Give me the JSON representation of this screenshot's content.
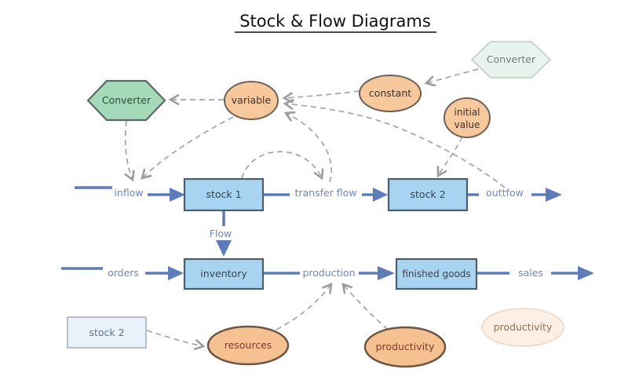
{
  "title": "Stock & Flow Diagrams",
  "nodes": {
    "converter_left": {
      "label": "Converter",
      "shape": "hexagon",
      "fill": "#a5d9b9"
    },
    "converter_top_right": {
      "label": "Converter",
      "shape": "hexagon",
      "fill": "#e7f3ec"
    },
    "variable": {
      "label": "variable",
      "shape": "ellipse",
      "fill": "#f8c89d"
    },
    "constant": {
      "label": "constant",
      "shape": "ellipse",
      "fill": "#f8c89d"
    },
    "initial_value": {
      "line1": "initial",
      "line2": "value",
      "shape": "ellipse",
      "fill": "#f8c89d"
    },
    "stock1": {
      "label": "stock 1",
      "shape": "rect",
      "fill": "#a8d4f2"
    },
    "stock2": {
      "label": "stock 2",
      "shape": "rect",
      "fill": "#a8d4f2"
    },
    "inventory": {
      "label": "inventory",
      "shape": "rect",
      "fill": "#a8d4f2"
    },
    "finished_goods": {
      "label": "finished goods",
      "shape": "rect",
      "fill": "#a8d4f2"
    },
    "stock2_small": {
      "label": "stock 2",
      "shape": "rect",
      "fill": "#e9f1fa"
    },
    "resources": {
      "label": "resources",
      "shape": "ellipse",
      "fill": "#f6c191"
    },
    "productivity": {
      "label": "productivity",
      "shape": "ellipse",
      "fill": "#f6c191"
    },
    "productivity_faded": {
      "label": "productivity",
      "shape": "ellipse",
      "fill": "#fdefe3"
    }
  },
  "flow_labels": {
    "inflow": "inflow",
    "transfer_flow": "transfer flow",
    "outflow": "outtfow",
    "flow": "Flow",
    "orders": "orders",
    "production": "production",
    "sales": "sales"
  },
  "colors": {
    "flow_line": "#5d7cb8",
    "flow_label_text": "#6d87c1",
    "stock_fill": "#a8d4f2",
    "stock_border": "#4e5d6b",
    "converter_left_fill": "#a5d9b9",
    "converter_top_right_fill": "#e7f3ec",
    "variable_fill": "#f8c89d",
    "variable_border": "#6e6158",
    "faded_ellipse_fill": "#fdefe3",
    "dashed_link": "#a4a4a4",
    "background": "#ffffff",
    "title_text": "#111111"
  }
}
